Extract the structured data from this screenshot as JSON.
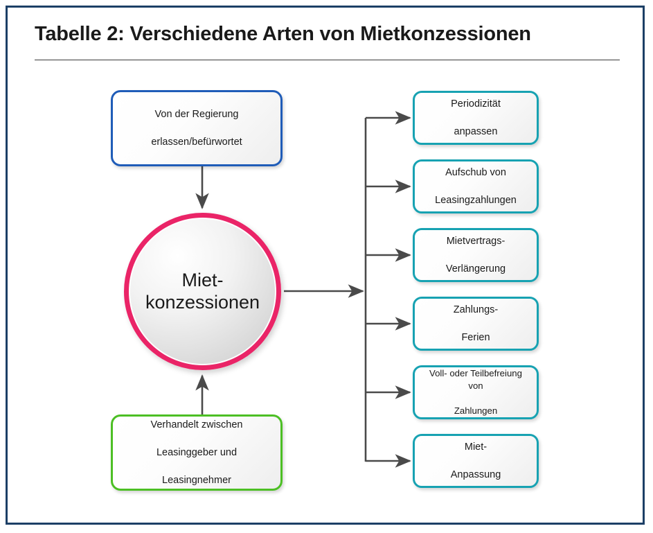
{
  "frame": {
    "border_color": "#1c3f66"
  },
  "header": {
    "title": "Tabelle 2:  Verschiedene Arten von Mietkonzessionen"
  },
  "diagram": {
    "type": "flow-diagram",
    "hub": {
      "label_line1": "Miet-",
      "label_line2": "konzessionen",
      "shape": "circle",
      "border_color": "#ea2467"
    },
    "sources": [
      {
        "id": "government",
        "line1": "Von der Regierung",
        "line2": "erlassen/befürwortet",
        "border_color": "#1f5cb8",
        "arrow": "down-to-hub"
      },
      {
        "id": "negotiated",
        "line1": "Verhandelt zwischen",
        "line2": "Leasinggeber und",
        "line3": "Leasingnehmer",
        "border_color": "#4cbf24",
        "arrow": "up-to-hub"
      }
    ],
    "branch_color": "#17a2b2",
    "connector_color": "#4a4a4a",
    "branches": [
      {
        "id": "periodizitaet",
        "line1": "Periodizität",
        "line2": "anpassen"
      },
      {
        "id": "aufschub",
        "line1": "Aufschub von",
        "line2": "Leasingzahlungen"
      },
      {
        "id": "verlaengerung",
        "line1": "Mietvertrags-",
        "line2": "Verlängerung"
      },
      {
        "id": "zahlungsferien",
        "line1": "Zahlungs-",
        "line2": "Ferien"
      },
      {
        "id": "befreiung",
        "line1": "Voll- oder Teilbefreiung von",
        "line2": "Zahlungen"
      },
      {
        "id": "mietanpassung",
        "line1": "Miet-",
        "line2": "Anpassung"
      }
    ]
  }
}
